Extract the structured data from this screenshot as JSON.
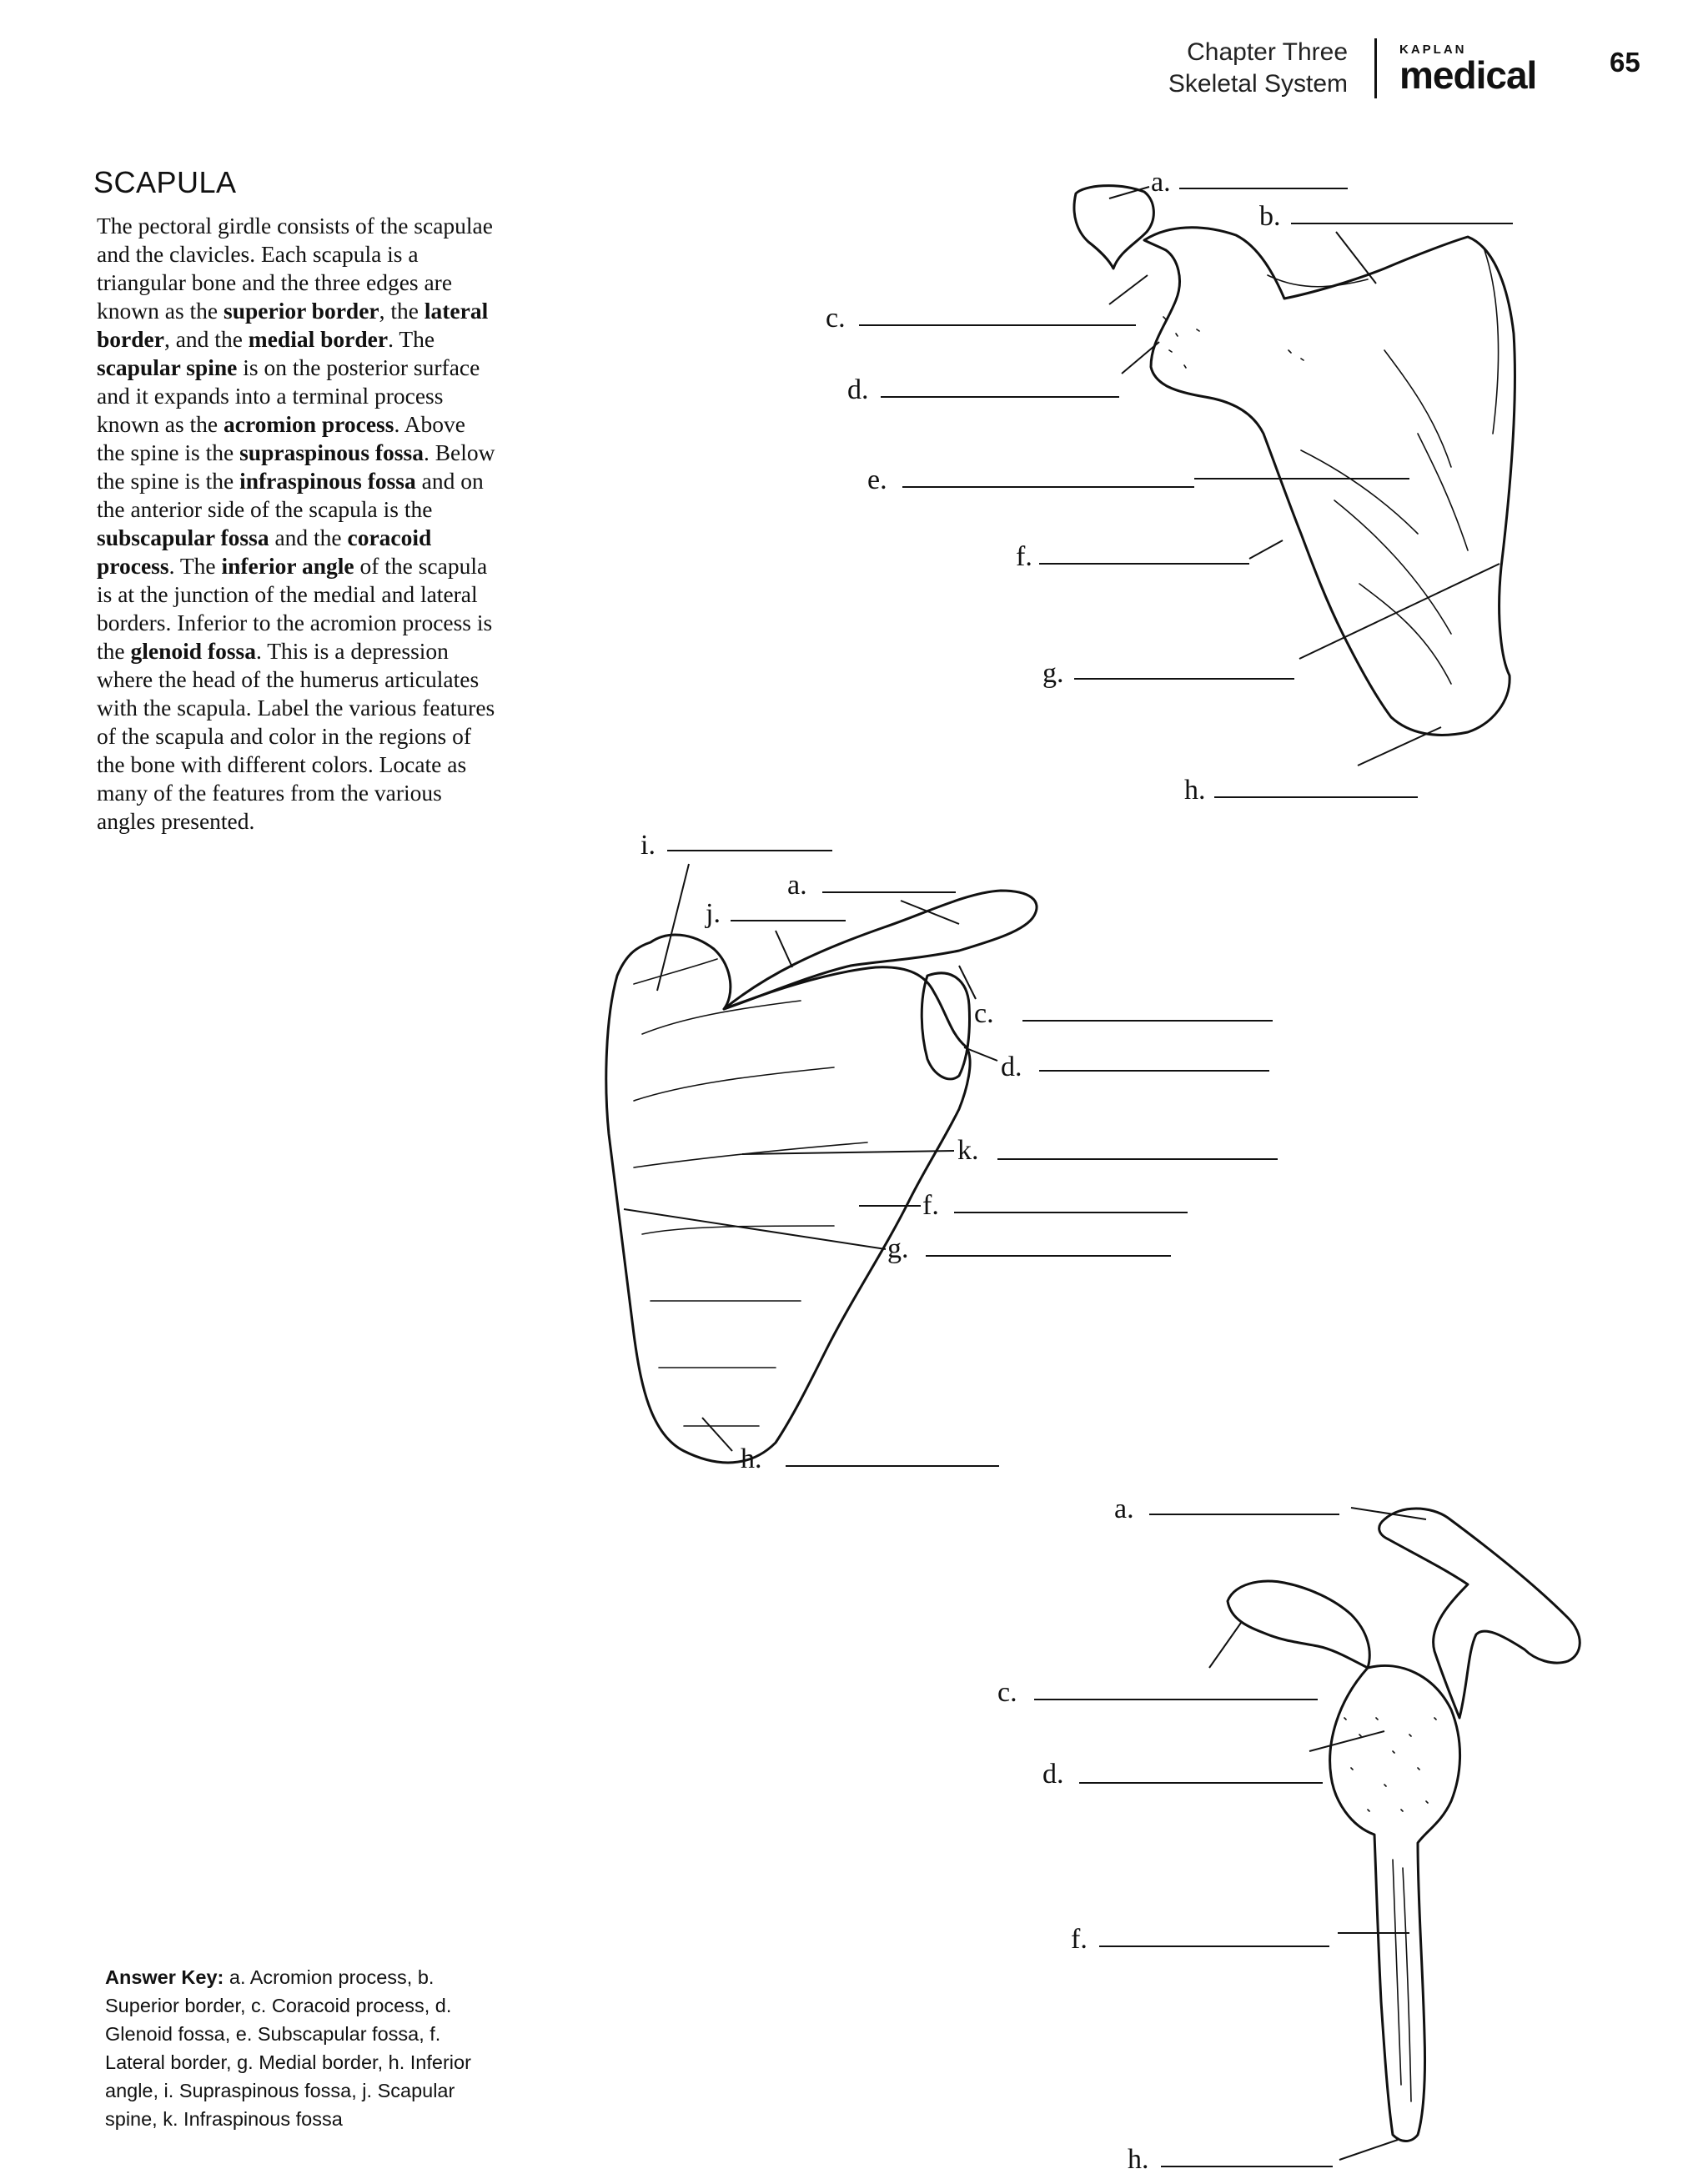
{
  "header": {
    "chapter": "Chapter Three",
    "subtitle": "Skeletal System",
    "brand_small": "KAPLAN",
    "brand_large": "medical",
    "page_number": "65"
  },
  "section_title": "SCAPULA",
  "intro": {
    "t1": "The pectoral girdle consists of the scapulae and the clavicles. Each scapula is a triangular bone and the three edges are known as the ",
    "b1": "superior border",
    "t2": ", the ",
    "b2": "lateral border",
    "t3": ", and the ",
    "b3": "medial border",
    "t4": ". The ",
    "b4": "scapular spine",
    "t5": " is on the posterior surface and it expands into a terminal process known as the ",
    "b5": "acromion process",
    "t6": ". Above the spine is the ",
    "b6": "supraspinous fossa",
    "t7": ". Below the spine is the ",
    "b7": "infraspinous fossa",
    "t8": " and on the anterior side of the scapula is the ",
    "b8": "subscapular fossa",
    "t9": " and the ",
    "b9": "coracoid process",
    "t10": ". The ",
    "b10": "inferior angle",
    "t11": " of the scapula is at the junction of the medial and lateral borders. Inferior to the acromion process is the ",
    "b11": "glenoid fossa",
    "t12": ". This is a depression where the head of the humerus articulates with the scapula. Label the various features of the scapula and color in the regions of the bone with different colors. Locate as many of the features from the various angles presented."
  },
  "answer_key": {
    "lead": "Answer Key:",
    "text": " a. Acromion process, b. Superior border, c. Coracoid process, d. Glenoid fossa, e. Subscapular fossa, f. Lateral border, g. Medial border, h. Inferior angle, i. Supraspinous fossa, j. Scapular spine, k. Infraspinous fossa"
  },
  "figures": {
    "anterior": {
      "a": "a.",
      "b": "b.",
      "c": "c.",
      "d": "d.",
      "e": "e.",
      "f": "f.",
      "g": "g.",
      "h": "h."
    },
    "posterior": {
      "i": "i.",
      "a": "a.",
      "j": "j.",
      "c": "c.",
      "d": "d.",
      "k": "k.",
      "f": "f.",
      "g": "g.",
      "h": "h."
    },
    "lateral": {
      "a": "a.",
      "c": "c.",
      "d": "d.",
      "f": "f.",
      "h": "h."
    }
  }
}
